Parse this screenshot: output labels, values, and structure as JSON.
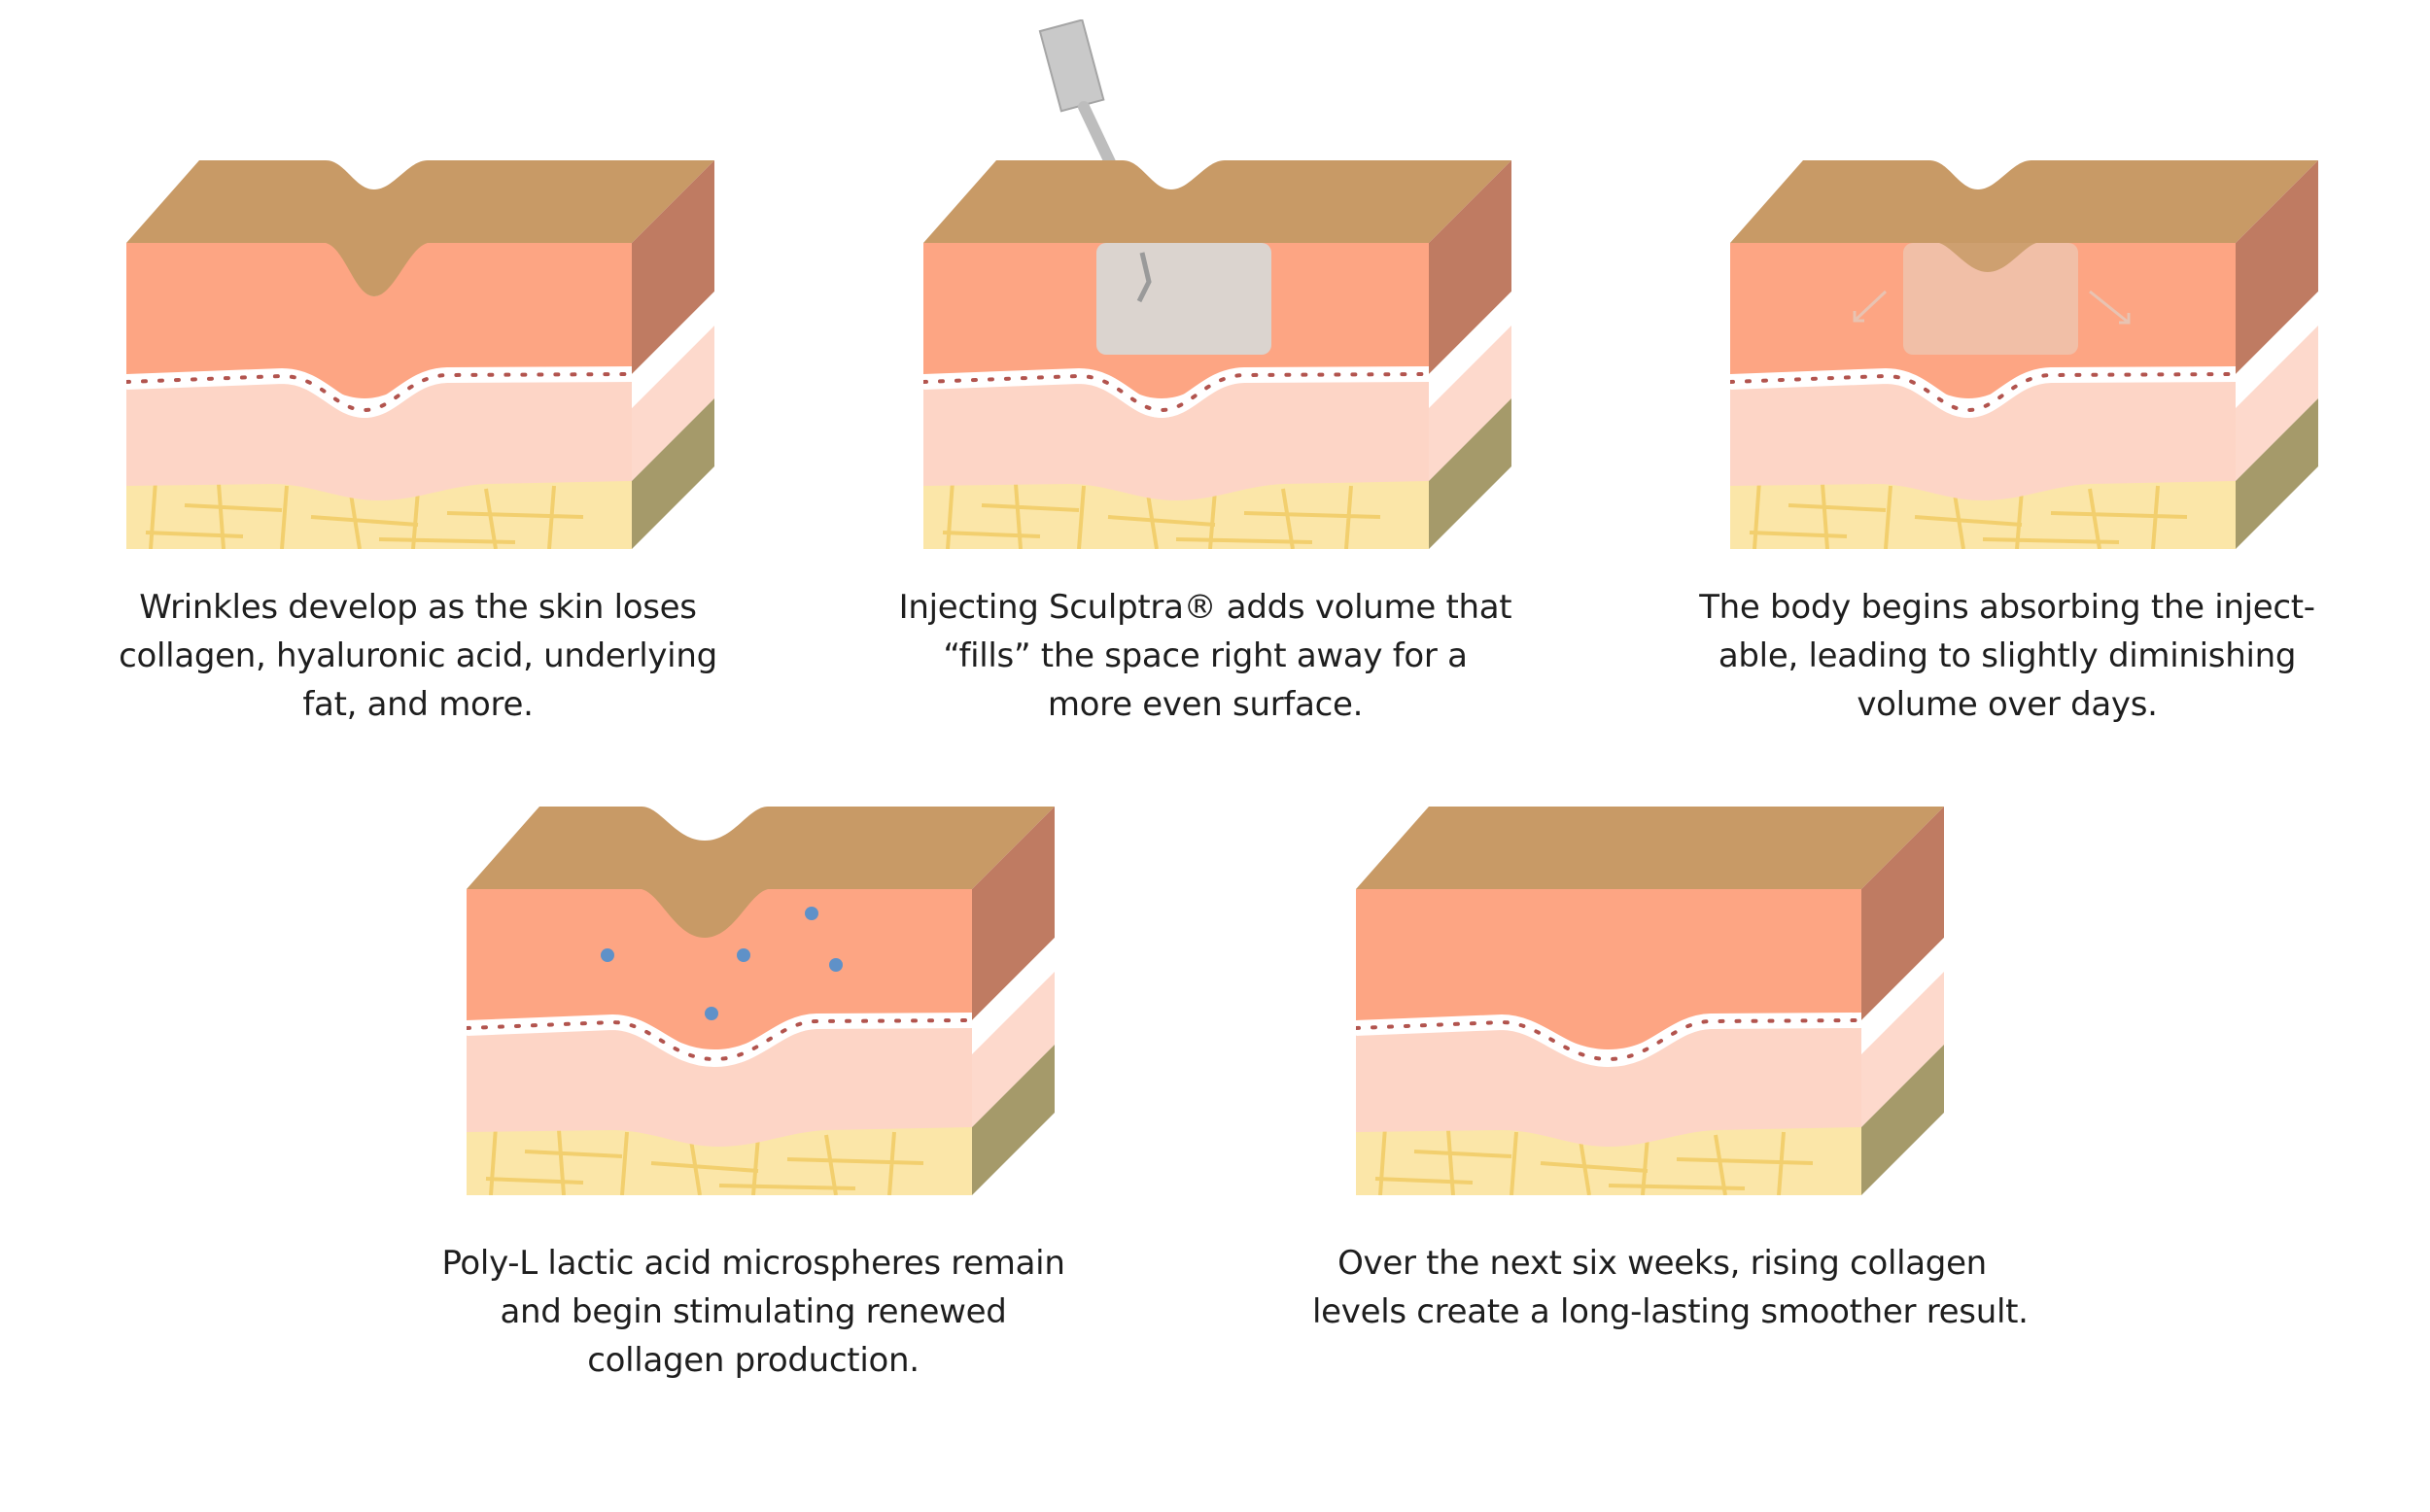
{
  "colors": {
    "top_face": "#C89A66",
    "side_dark": "#BF7B62",
    "epidermis": "#FDA583",
    "membrane": "#FFFFFF",
    "membrane_dots": "#B2544E",
    "dermis": "#FDD5C6",
    "fat": "#FBE6A8",
    "fat_lines": "#F2CF6E",
    "fat_side": "#A59A6A",
    "injected_gel": "#D8D8D6",
    "microspheres": "#5F91C8"
  },
  "steps": [
    {
      "id": "step-1",
      "caption": [
        "Wrinkles develop as the skin loses",
        "collagen, hyaluronic acid, underlying",
        "fat, and more."
      ]
    },
    {
      "id": "step-2",
      "caption": [
        "Injecting Sculptra® adds volume that",
        "“fills” the space right away for a",
        "more even surface."
      ]
    },
    {
      "id": "step-3",
      "caption": [
        "The body begins absorbing the inject-",
        "able, leading to slightly diminishing",
        "volume over days."
      ]
    },
    {
      "id": "step-4",
      "caption": [
        "Poly-L lactic acid microspheres remain",
        "and begin stimulating renewed",
        "collagen production."
      ]
    },
    {
      "id": "step-5",
      "caption": [
        "Over the next six weeks, rising collagen",
        "levels create a long-lasting smoother result."
      ]
    }
  ]
}
